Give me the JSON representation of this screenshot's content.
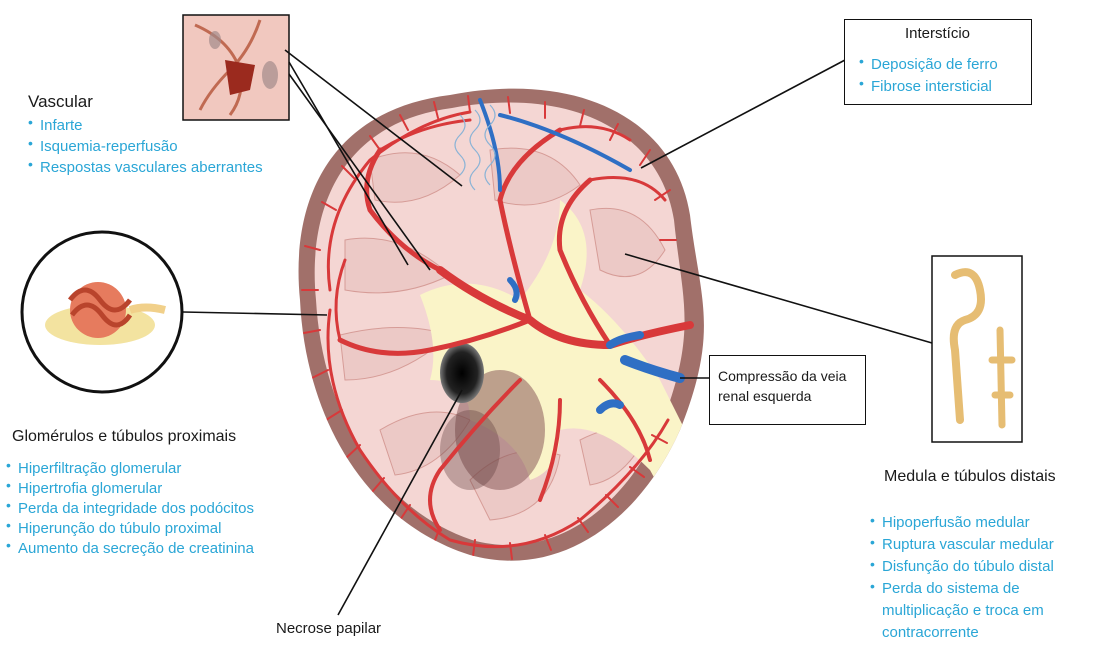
{
  "vascular": {
    "title": "Vascular",
    "items": [
      "Infarte",
      "Isquemia-reperfusão",
      "Respostas vasculares aberrantes"
    ]
  },
  "intersticio": {
    "title": "Interstício",
    "items": [
      "Deposição de ferro",
      "Fibrose intersticial"
    ]
  },
  "glomerulos": {
    "title": "Glomérulos e túbulos proximais",
    "items": [
      "Hiperfiltração glomerular",
      "Hipertrofia glomerular",
      "Perda da integridade dos podócitos",
      "Hiperunção do túbulo proximal",
      "Aumento da secreção de creatinina"
    ]
  },
  "medula": {
    "title": "Medula e túbulos distais",
    "items": [
      "Hipoperfusão medular",
      "Ruptura vascular medular",
      "Disfunção do túbulo distal",
      "Perda do sistema de",
      "multiplicação e troca em",
      "contracorrente"
    ]
  },
  "compressao": {
    "line1": "Compressão da veia",
    "line2": "renal esquerda"
  },
  "necrose": {
    "label": "Necrose papilar"
  },
  "colors": {
    "accent_text": "#2aa6d6",
    "artery": "#d8393a",
    "vein": "#2f6fc4",
    "kidney_cortex": "#f4d6d3",
    "kidney_capsule": "#a1706a",
    "pelvis": "#faf4c8"
  }
}
